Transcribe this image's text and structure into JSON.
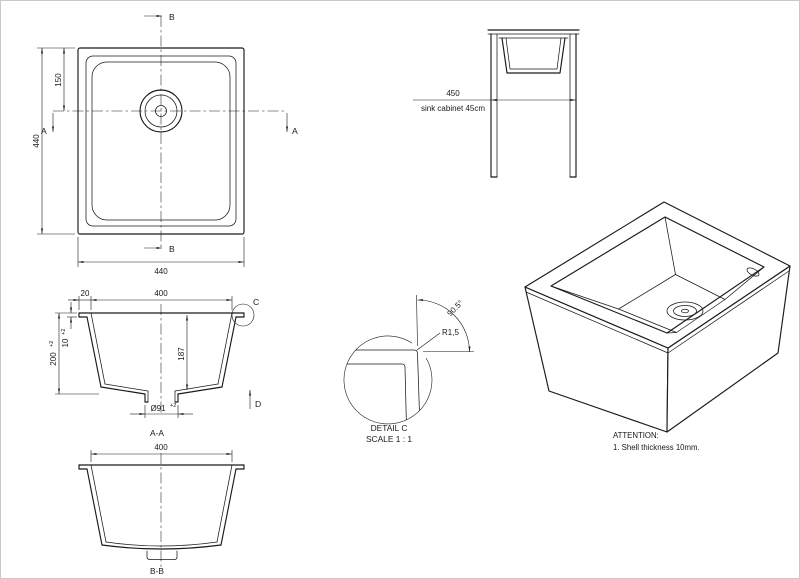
{
  "colors": {
    "ink": "#1a1a1a",
    "background": "#ffffff"
  },
  "plan": {
    "section_b": "B",
    "section_a": "A",
    "dim_side": "440",
    "dim_bottom": "440",
    "dim_drain_offset": "150"
  },
  "cabinet": {
    "dim_width": "450",
    "label": "sink cabinet 45cm"
  },
  "section_aa": {
    "dim_rim": "20",
    "dim_opening": "400",
    "dim_depth": "200",
    "dim_depth_tol": "+2",
    "dim_shell": "10",
    "dim_shell_tol": "+2",
    "dim_inner_depth": "187",
    "dim_drain": "Ø91",
    "dim_drain_tol": "+2",
    "detail_label": "C",
    "direction_label": "D",
    "caption": "A-A"
  },
  "detail_c": {
    "radius_label": "R1,5",
    "angle_label": "90.5°",
    "title": "DETAIL C",
    "scale": "SCALE 1 : 1"
  },
  "section_bb": {
    "dim_opening": "400",
    "caption": "B-B"
  },
  "notes": {
    "title": "ATTENTION:",
    "item1": "1.    Shell thickness 10mm."
  }
}
